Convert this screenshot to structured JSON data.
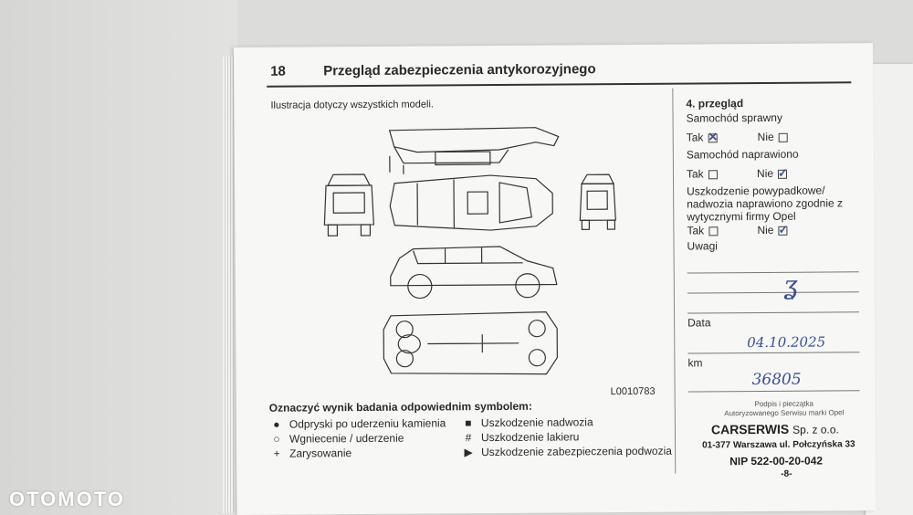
{
  "page": {
    "number": "18",
    "title": "Przegląd zabezpieczenia antykorozyjnego",
    "illustration_note": "Ilustracja dotyczy wszystkich modeli.",
    "figure_code": "L0010783"
  },
  "legend": {
    "heading": "Oznaczyć wynik badania odpowiednim symbolem:",
    "items": [
      {
        "symbol": "●",
        "label": "Odpryski po uderzeniu kamienia"
      },
      {
        "symbol": "■",
        "label": "Uszkodzenie nadwozia"
      },
      {
        "symbol": "○",
        "label": "Wgniecenie / uderzenie"
      },
      {
        "symbol": "#",
        "label": "Uszkodzenie lakieru"
      },
      {
        "symbol": "+",
        "label": "Zarysowanie"
      },
      {
        "symbol": "▶",
        "label": "Uszkodzenie zabezpieczenia podwozia"
      }
    ]
  },
  "inspection": {
    "title": "4. przegląd",
    "q1": {
      "label": "Samochód sprawny",
      "yes": "Tak",
      "no": "Nie"
    },
    "q2": {
      "label": "Samochód naprawiono",
      "yes": "Tak",
      "no": "Nie"
    },
    "q3": {
      "line1": "Uszkodzenie powypadkowe/",
      "line2": "nadwozia naprawiono zgodnie z",
      "line3": "wytycznymi firmy Opel",
      "yes": "Tak",
      "no": "Nie"
    },
    "remarks_label": "Uwagi",
    "date_label": "Data",
    "date_value": "04.10.2025",
    "km_label": "km",
    "km_value": "36805",
    "stamp_caption_line1": "Podpis i pieczątka",
    "stamp_caption_line2": "Autoryzowanego Serwisu marki Opel",
    "stamp_name": "CARSERWIS",
    "stamp_name_suffix": "Sp. z o.o.",
    "stamp_address": "01-377 Warszawa ul. Połczyńska 33",
    "stamp_nip": "NIP 522-00-20-042",
    "stamp_footer": "-8-"
  },
  "watermark": "OTOMOTO",
  "colors": {
    "ink": "#3b4f9a",
    "paper": "#f7f7f5"
  }
}
